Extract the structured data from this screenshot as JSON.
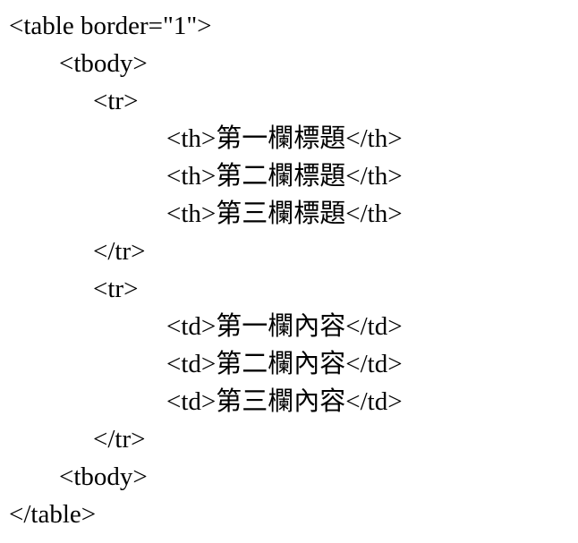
{
  "document": {
    "kind": "html-source-code-listing",
    "colors": {
      "text": "#000000",
      "background": "#ffffff"
    },
    "lines": [
      {
        "indent": 0,
        "text": "<table border=\"1\">"
      },
      {
        "indent": 1,
        "text": "<tbody>"
      },
      {
        "indent": 2,
        "text": "<tr>"
      },
      {
        "indent": 3,
        "text": "<th>第一欄標題</th>"
      },
      {
        "indent": 3,
        "text": "<th>第二欄標題</th>"
      },
      {
        "indent": 3,
        "text": "<th>第三欄標題</th>"
      },
      {
        "indent": 2,
        "text": "</tr>"
      },
      {
        "indent": 2,
        "text": "<tr>"
      },
      {
        "indent": 3,
        "text": "<td>第一欄內容</td>"
      },
      {
        "indent": 3,
        "text": "<td>第二欄內容</td>"
      },
      {
        "indent": 3,
        "text": "<td>第三欄內容</td>"
      },
      {
        "indent": 2,
        "text": "</tr>"
      },
      {
        "indent": 1,
        "text": "<tbody>"
      },
      {
        "indent": 0,
        "text": "</table>"
      }
    ]
  }
}
